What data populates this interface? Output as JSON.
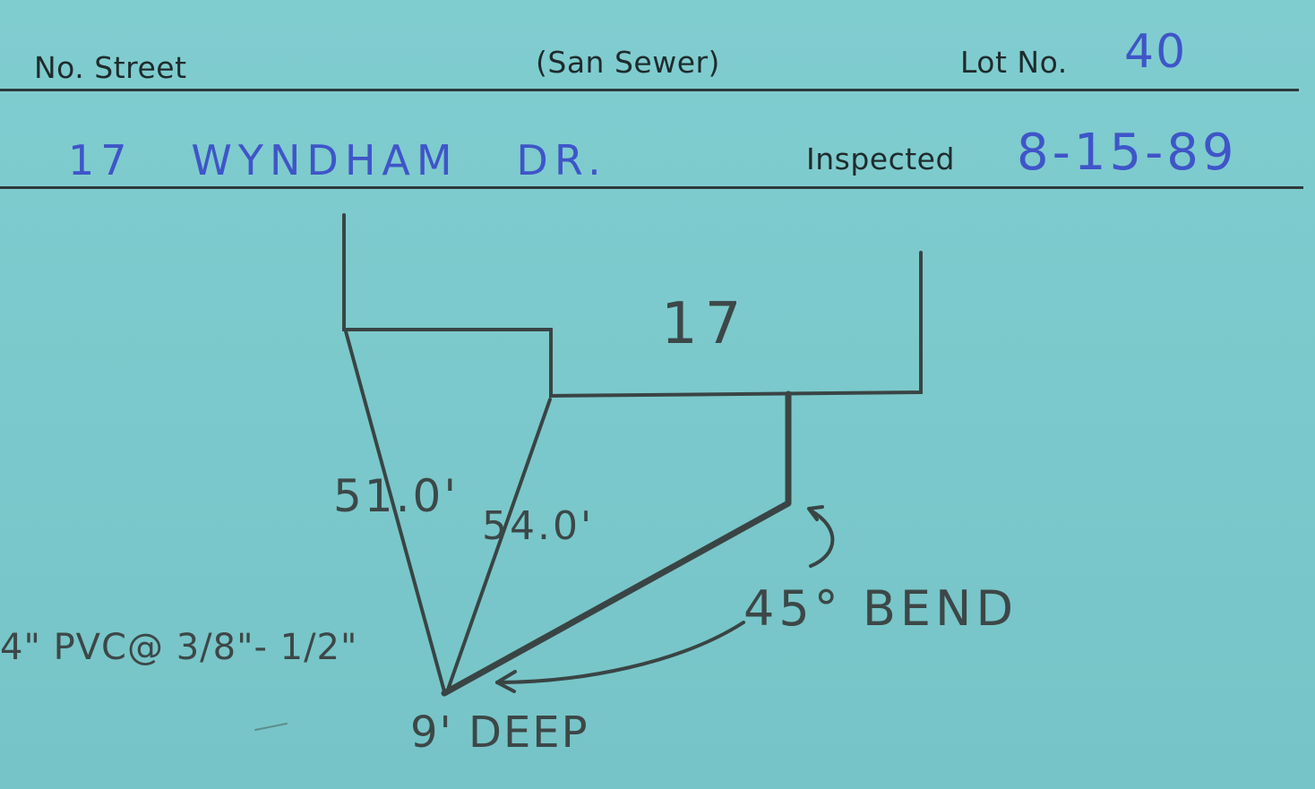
{
  "header": {
    "street_label": "No. Street",
    "type_label": "(San Sewer)",
    "lot_label": "Lot No.",
    "lot_value": "40",
    "address_value": "17   WYNDHAM   DR.",
    "inspected_label": "Inspected",
    "inspected_value": "8-15-89"
  },
  "sketch": {
    "house_number": "17",
    "dim_1": "51.0'",
    "dim_2": "54.0'",
    "bend_note": "45° BEND",
    "pipe_note": "4\" PVC@ 3/8\"- 1/2\"",
    "depth_note": "9' DEEP"
  },
  "colors": {
    "card": "#7ccacd",
    "ink_print": "#1f2b2c",
    "ink_blue": "#3f55c8",
    "ink_pencil": "#3d4747"
  }
}
